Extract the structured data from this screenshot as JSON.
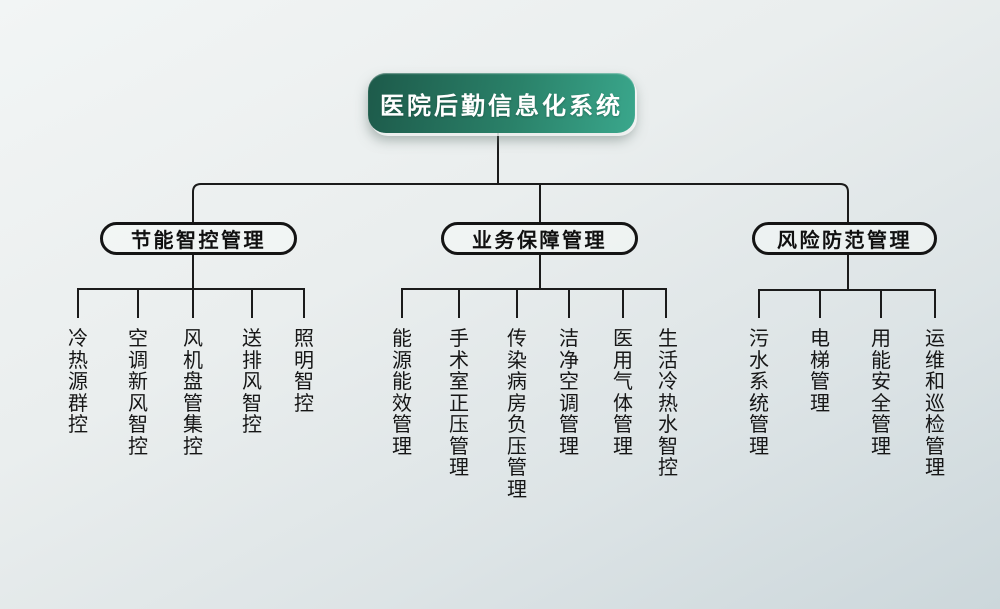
{
  "root": {
    "label": "医院后勤信息化系统"
  },
  "branches": [
    {
      "label": "节能智控管理",
      "leaves": [
        "冷热源群控",
        "空调新风智控",
        "风机盘管集控",
        "送排风智控",
        "照明智控"
      ]
    },
    {
      "label": "业务保障管理",
      "leaves": [
        "能源能效管理",
        "手术室正压管理",
        "传染病房负压管理",
        "洁净空调管理",
        "医用气体管理",
        "生活冷热水智控"
      ]
    },
    {
      "label": "风险防范管理",
      "leaves": [
        "污水系统管理",
        "电梯管理",
        "用能安全管理",
        "运维和巡检管理"
      ]
    }
  ],
  "colors": {
    "root_gradient_start": "#1d5a4a",
    "root_gradient_end": "#3aa78c",
    "line": "#1b1b1b",
    "background_top": "#f2f5f5",
    "background_bottom": "#ccd7db"
  }
}
